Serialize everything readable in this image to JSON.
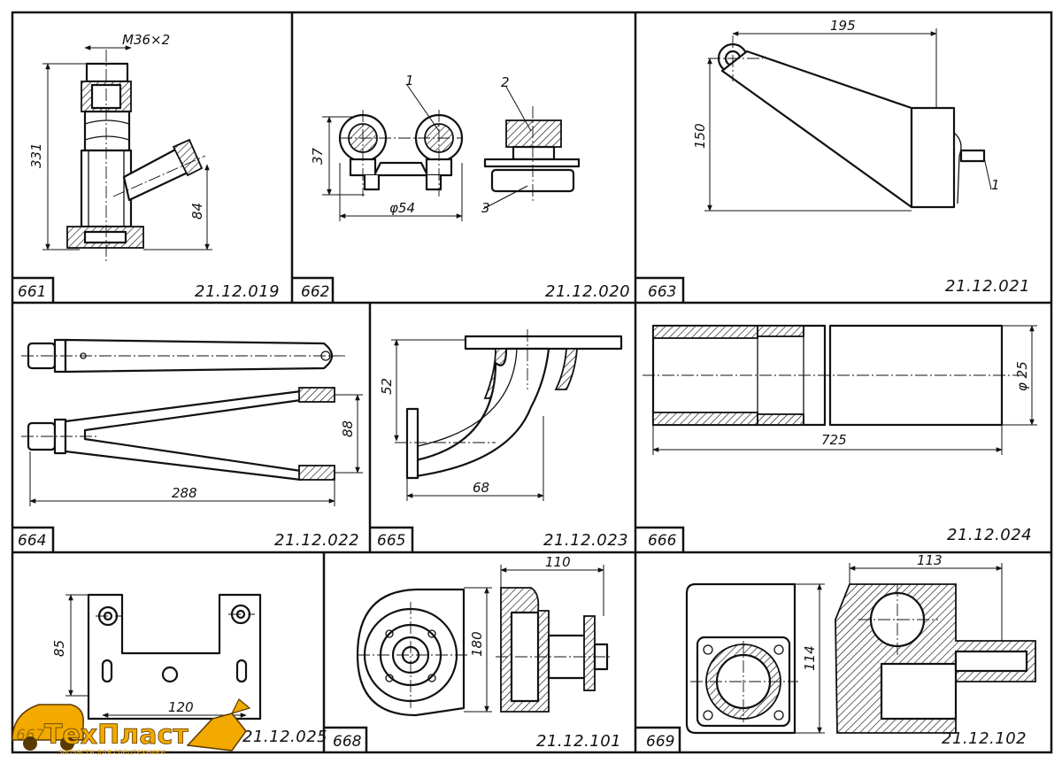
{
  "panels": [
    {
      "id": "661",
      "code": "21.12.019",
      "dims": [
        "M36×2",
        "331",
        "84"
      ]
    },
    {
      "id": "662",
      "code": "21.12.020",
      "dims": [
        "37",
        "φ54"
      ],
      "callouts": [
        "1",
        "2",
        "3"
      ]
    },
    {
      "id": "663",
      "code": "21.12.021",
      "dims": [
        "195",
        "150"
      ],
      "callouts": [
        "1"
      ]
    },
    {
      "id": "664",
      "code": "21.12.022",
      "dims": [
        "288",
        "88"
      ]
    },
    {
      "id": "665",
      "code": "21.12.023",
      "dims": [
        "52",
        "68"
      ]
    },
    {
      "id": "666",
      "code": "21.12.024",
      "dims": [
        "725",
        "φ 25"
      ]
    },
    {
      "id": "667",
      "code": "21.12.025",
      "dims": [
        "85",
        "120"
      ]
    },
    {
      "id": "668",
      "code": "21.12.101",
      "dims": [
        "110",
        "180"
      ]
    },
    {
      "id": "669",
      "code": "21.12.102",
      "dims": [
        "113",
        "114"
      ]
    }
  ],
  "logo": {
    "name": "ТехПласт",
    "tagline": "запчасти для спецтехники",
    "brand_color": "#f2a900"
  }
}
